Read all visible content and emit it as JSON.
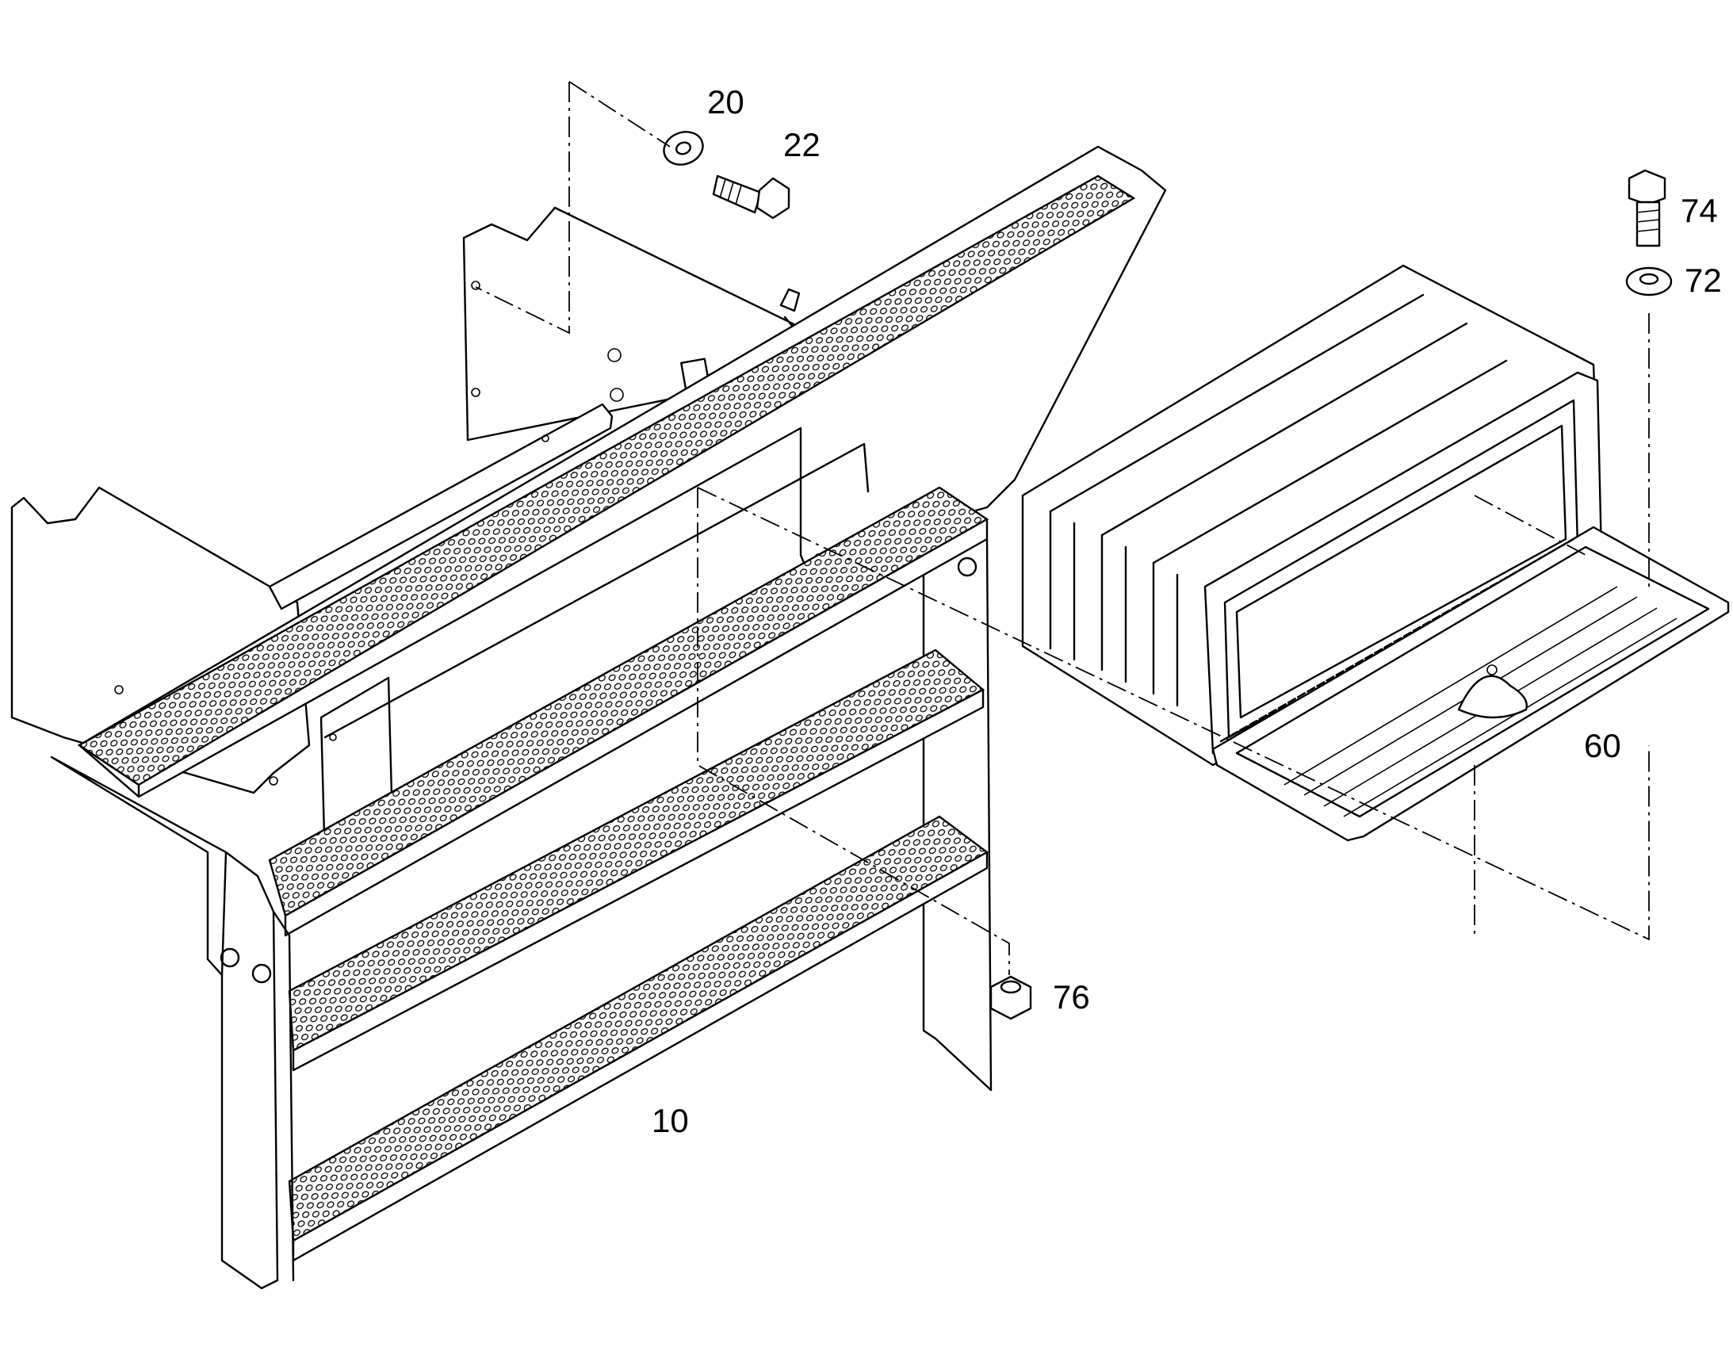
{
  "callouts": {
    "c10": "10",
    "c20": "20",
    "c22": "22",
    "c60": "60",
    "c72": "72",
    "c74": "74",
    "c76": "76"
  },
  "colors": {
    "line": "#000000",
    "background": "#ffffff"
  }
}
